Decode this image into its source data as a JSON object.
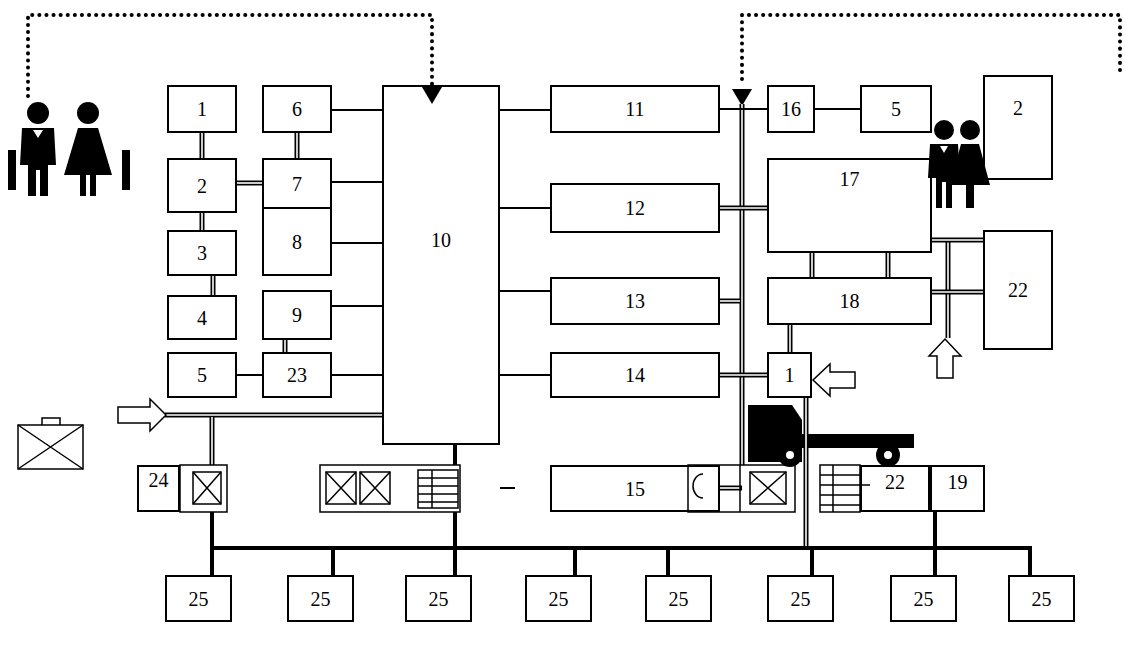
{
  "diagram": {
    "nodes": [
      {
        "text": [
          "1"
        ]
      },
      {
        "text": [
          "6"
        ]
      },
      {
        "text": [
          "10"
        ]
      },
      {
        "text": [
          "11"
        ]
      },
      {
        "text": [
          "16"
        ]
      },
      {
        "text": [
          "5"
        ]
      },
      {
        "text": [
          "2"
        ]
      },
      {
        "text": [
          "2"
        ]
      },
      {
        "text": [
          "7"
        ]
      },
      {
        "text": [
          "17"
        ]
      },
      {
        "text": [
          "8"
        ]
      },
      {
        "text": [
          "12"
        ]
      },
      {
        "text": [
          "3"
        ]
      },
      {
        "text": [
          "22"
        ]
      },
      {
        "text": [
          "18"
        ]
      },
      {
        "text": [
          "13"
        ]
      },
      {
        "text": [
          "4"
        ]
      },
      {
        "text": [
          "9"
        ]
      },
      {
        "text": [
          "5"
        ]
      },
      {
        "text": [
          "23"
        ]
      },
      {
        "text": [
          "14"
        ]
      },
      {
        "text": [
          "1"
        ]
      },
      {
        "text": [
          "24"
        ]
      },
      {
        "text": [
          "15"
        ]
      },
      {
        "text": [
          "22"
        ]
      },
      {
        "text": [
          "19"
        ]
      },
      {
        "text": [
          "25"
        ]
      },
      {
        "text": [
          "25"
        ]
      },
      {
        "text": [
          "25"
        ]
      },
      {
        "text": [
          "25"
        ]
      },
      {
        "text": [
          "25"
        ]
      },
      {
        "text": [
          "25"
        ]
      },
      {
        "text": [
          "25"
        ]
      },
      {
        "text": [
          "25"
        ]
      }
    ],
    "edges": [
      {
        "from": 0,
        "to": 7,
        "arrow": "none"
      },
      {
        "from": 7,
        "to": 12,
        "arrow": "none"
      },
      {
        "from": 12,
        "to": 16,
        "arrow": "none"
      },
      {
        "from": 7,
        "to": 8,
        "arrow": "none"
      },
      {
        "from": 1,
        "to": 8,
        "arrow": "none"
      },
      {
        "from": 17,
        "to": 19,
        "arrow": "none"
      },
      {
        "from": 18,
        "to": 19,
        "arrow": "none"
      },
      {
        "from": 1,
        "to": 2,
        "arrow": "none"
      },
      {
        "from": 8,
        "to": 2,
        "arrow": "none"
      },
      {
        "from": 10,
        "to": 2,
        "arrow": "none"
      },
      {
        "from": 17,
        "to": 2,
        "arrow": "none"
      },
      {
        "from": 19,
        "to": 2,
        "arrow": "none"
      },
      {
        "from": 2,
        "to": 3,
        "arrow": "none"
      },
      {
        "from": 2,
        "to": 11,
        "arrow": "none"
      },
      {
        "from": 2,
        "to": 15,
        "arrow": "none"
      },
      {
        "from": 2,
        "to": 20,
        "arrow": "none"
      },
      {
        "from": 3,
        "to": 4,
        "arrow": "none"
      },
      {
        "from": 4,
        "to": 5,
        "arrow": "none"
      },
      {
        "from": 11,
        "to": 9,
        "arrow": "none"
      },
      {
        "from": 9,
        "to": 14,
        "arrow": "none"
      },
      {
        "from": 9,
        "to": 14,
        "arrow": "none"
      },
      {
        "from": 14,
        "to": 21,
        "arrow": "none"
      },
      {
        "from": 9,
        "to": 13,
        "arrow": "none"
      },
      {
        "from": 14,
        "to": 13,
        "arrow": "none"
      },
      {
        "from": 20,
        "to": 21,
        "arrow": "none"
      },
      {
        "from": 25,
        "to": 26,
        "arrow": "none"
      },
      {
        "from": 25,
        "to": 27,
        "arrow": "none"
      },
      {
        "from": 25,
        "to": 28,
        "arrow": "none"
      },
      {
        "from": 25,
        "to": 29,
        "arrow": "none"
      },
      {
        "from": 25,
        "to": 30,
        "arrow": "none"
      },
      {
        "from": 25,
        "to": 31,
        "arrow": "none"
      },
      {
        "from": 25,
        "to": 32,
        "arrow": "none"
      },
      {
        "from": 25,
        "to": 33,
        "arrow": "none"
      }
    ]
  }
}
